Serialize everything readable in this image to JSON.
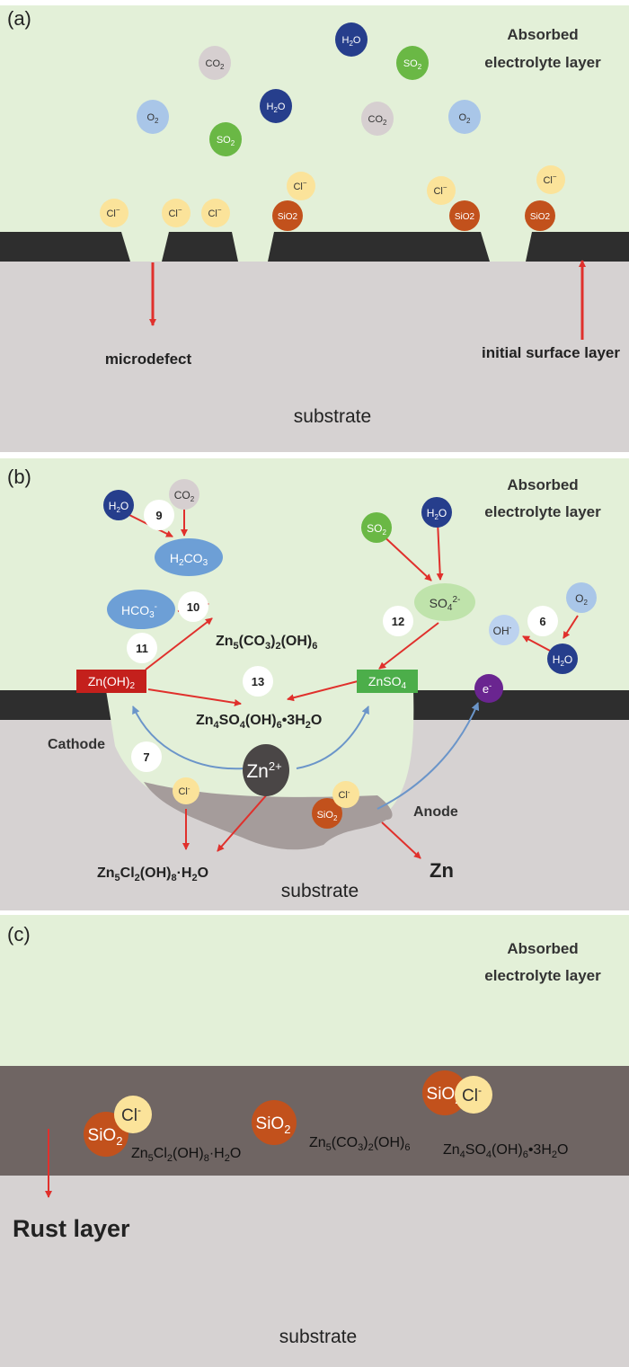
{
  "panels": {
    "a": {
      "tag": "(a)",
      "electrolyte_label": [
        "Absorbed",
        "electrolyte layer"
      ],
      "molecules": [
        {
          "base": "H",
          "sub": "2",
          "rest": "O",
          "color": "#263e8c"
        },
        {
          "base": "CO",
          "sub": "2",
          "rest": "",
          "color": "#d6cfd0"
        },
        {
          "base": "SO",
          "sub": "2",
          "rest": "",
          "color": "#6ab845"
        },
        {
          "base": "O",
          "sub": "2",
          "rest": "",
          "color": "#a9c6e8"
        },
        {
          "base": "H",
          "sub": "2",
          "rest": "O",
          "color": "#263e8c"
        },
        {
          "base": "CO",
          "sub": "2",
          "rest": "",
          "color": "#d6cfd0"
        },
        {
          "base": "O",
          "sub": "2",
          "rest": "",
          "color": "#a9c6e8"
        },
        {
          "base": "SO",
          "sub": "2",
          "rest": "",
          "color": "#6ab845"
        }
      ],
      "chloride": "Cl",
      "chloride_sup": "−",
      "sio2": "SiO2",
      "microdefect": "microdefect",
      "initial_surface": "initial surface layer",
      "substrate": "substrate"
    },
    "b": {
      "tag": "(b)",
      "electrolyte_label": [
        "Absorbed",
        "electrolyte layer"
      ],
      "h2o": {
        "base": "H",
        "sub": "2",
        "rest": "O"
      },
      "co2": {
        "base": "CO",
        "sub": "2",
        "rest": ""
      },
      "so2": {
        "base": "SO",
        "sub": "2",
        "rest": ""
      },
      "o2": {
        "base": "O",
        "sub": "2",
        "rest": ""
      },
      "h2co3": {
        "a": "H",
        "s1": "2",
        "b": "CO",
        "s2": "3"
      },
      "hco3": {
        "a": "HCO",
        "s1": "3",
        "sup": "-"
      },
      "so4": {
        "a": "SO",
        "s1": "4",
        "sup": "2-"
      },
      "oh": {
        "a": "OH",
        "sup": "-"
      },
      "electron": {
        "a": "e",
        "sup": "-"
      },
      "znoh2": {
        "a": "Zn(OH)",
        "s1": "2"
      },
      "znso4": {
        "a": "ZnSO",
        "s1": "4"
      },
      "zn2": {
        "a": "Zn",
        "sup": "2+"
      },
      "cl": {
        "a": "Cl",
        "sup": "-"
      },
      "sio2": {
        "a": "SiO",
        "s1": "2"
      },
      "steps": [
        "9",
        "10",
        "11",
        "12",
        "13",
        "6",
        "7"
      ],
      "product_zn5co3": {
        "p1": "Zn",
        "s1": "5",
        "p2": "(CO",
        "s2": "3",
        "p3": ")",
        "s3": "2",
        "p4": "(OH)",
        "s4": "6"
      },
      "product_zn4so4": {
        "p1": "Zn",
        "s1": "4",
        "p2": "SO",
        "s2": "4",
        "p3": "(OH)",
        "s3": "6",
        "p4": "•3H",
        "s4": "2",
        "p5": "O"
      },
      "product_zn5cl2": {
        "p1": "Zn",
        "s1": "5",
        "p2": "Cl",
        "s2": "2",
        "p3": "(OH)",
        "s3": "8",
        "p4": "·H",
        "s4": "2",
        "p5": "O"
      },
      "cathode": "Cathode",
      "anode": "Anode",
      "zn": "Zn",
      "substrate": "substrate"
    },
    "c": {
      "tag": "(c)",
      "electrolyte_label": [
        "Absorbed",
        "electrolyte layer"
      ],
      "sio2": {
        "a": "SiO",
        "s1": "2"
      },
      "cl": {
        "a": "Cl",
        "sup": "-"
      },
      "product_zn5cl2": {
        "p1": "Zn",
        "s1": "5",
        "p2": "Cl",
        "s2": "2",
        "p3": "(OH)",
        "s3": "8",
        "p4": "·H",
        "s4": "2",
        "p5": "O"
      },
      "product_zn5co3": {
        "p1": "Zn",
        "s1": "5",
        "p2": "(CO",
        "s2": "3",
        "p3": ")",
        "s3": "2",
        "p4": "(OH)",
        "s4": "6"
      },
      "product_zn4so4": {
        "p1": "Zn",
        "s1": "4",
        "p2": "SO",
        "s2": "4",
        "p3": "(OH)",
        "s3": "6",
        "p4": "•3H",
        "s4": "2",
        "p5": "O"
      },
      "rust_layer": "Rust layer",
      "substrate": "substrate"
    }
  },
  "colors": {
    "electrolyte": "#e3f0d8",
    "substrate": "#d6d2d2",
    "layer": "#2e2e2e",
    "rust": "#6f6563",
    "pit": "#a59c9b",
    "arrow_red": "#e0302c",
    "arrow_blue": "#6b95c9",
    "h2o": "#263e8c",
    "co2": "#d6cfd0",
    "so2": "#6ab845",
    "o2": "#a9c6e8",
    "cl": "#fbe39a",
    "sio2": "#c2511c",
    "hco3": "#6d9fd6",
    "so4": "#bfe3ab",
    "oh": "#bcd2ef",
    "zn2": "#4a4646",
    "electron": "#6a2590",
    "znoh2": "#c4201c",
    "znso4": "#4cae4a"
  }
}
